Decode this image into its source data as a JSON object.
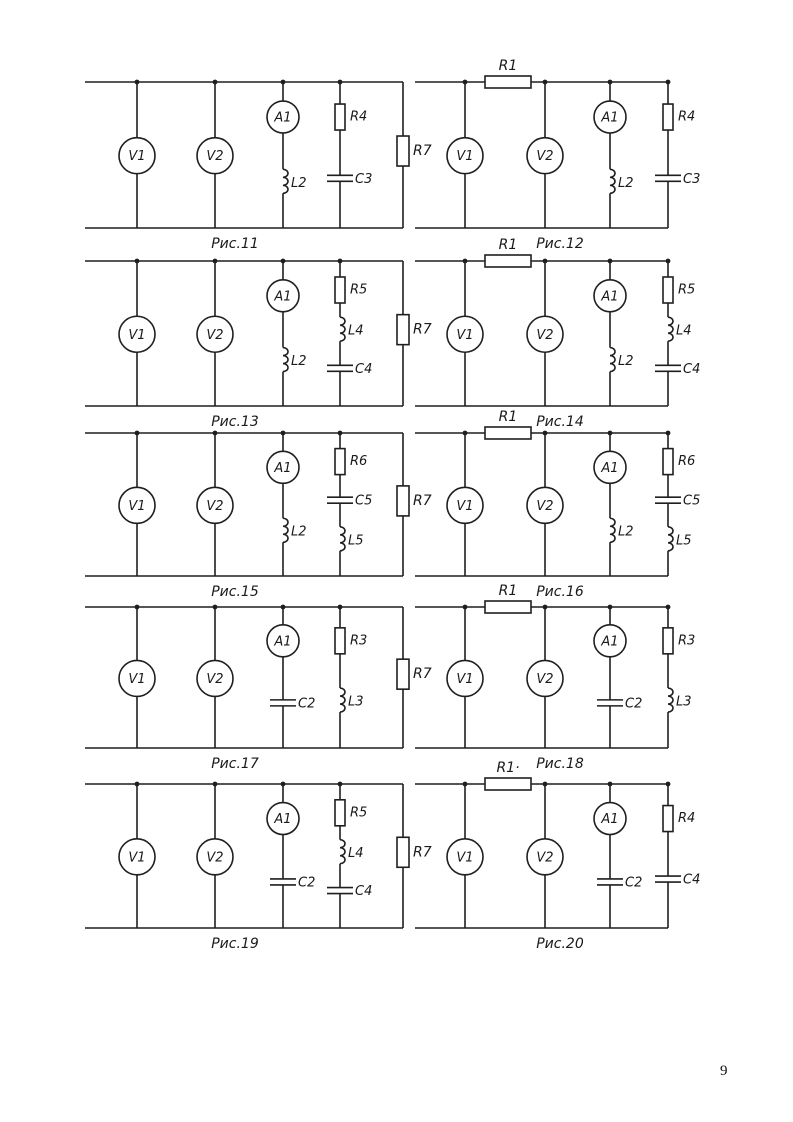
{
  "page_number": "9",
  "figures": [
    {
      "caption": "Рис.11",
      "series_resistor": false,
      "load": "R7",
      "branches": [
        {
          "kind": "meter",
          "label": "V1"
        },
        {
          "kind": "meter",
          "label": "V2"
        },
        {
          "kind": "ammeter",
          "label": "A1",
          "parts": [
            {
              "type": "L",
              "label": "L2"
            }
          ]
        },
        {
          "kind": "chain",
          "parts": [
            {
              "type": "R",
              "label": "R4"
            },
            {
              "type": "C",
              "label": "C3"
            }
          ]
        }
      ]
    },
    {
      "caption": "Рис.12",
      "series_resistor": true,
      "series_label": "R1",
      "load": "",
      "branches": [
        {
          "kind": "meter",
          "label": "V1"
        },
        {
          "kind": "meter",
          "label": "V2"
        },
        {
          "kind": "ammeter",
          "label": "A1",
          "parts": [
            {
              "type": "L",
              "label": "L2"
            }
          ]
        },
        {
          "kind": "chain",
          "parts": [
            {
              "type": "R",
              "label": "R4"
            },
            {
              "type": "C",
              "label": "C3"
            }
          ]
        }
      ]
    },
    {
      "caption": "Рис.13",
      "series_resistor": false,
      "load": "R7",
      "branches": [
        {
          "kind": "meter",
          "label": "V1"
        },
        {
          "kind": "meter",
          "label": "V2"
        },
        {
          "kind": "ammeter",
          "label": "A1",
          "parts": [
            {
              "type": "L",
              "label": "L2"
            }
          ]
        },
        {
          "kind": "chain",
          "parts": [
            {
              "type": "R",
              "label": "R5"
            },
            {
              "type": "L",
              "label": "L4"
            },
            {
              "type": "C",
              "label": "C4"
            }
          ]
        }
      ]
    },
    {
      "caption": "Рис.14",
      "series_resistor": true,
      "series_label": "R1",
      "load": "",
      "branches": [
        {
          "kind": "meter",
          "label": "V1"
        },
        {
          "kind": "meter",
          "label": "V2"
        },
        {
          "kind": "ammeter",
          "label": "A1",
          "parts": [
            {
              "type": "L",
              "label": "L2"
            }
          ]
        },
        {
          "kind": "chain",
          "parts": [
            {
              "type": "R",
              "label": "R5"
            },
            {
              "type": "L",
              "label": "L4"
            },
            {
              "type": "C",
              "label": "C4"
            }
          ]
        }
      ]
    },
    {
      "caption": "Рис.15",
      "series_resistor": false,
      "load": "R7",
      "branches": [
        {
          "kind": "meter",
          "label": "V1"
        },
        {
          "kind": "meter",
          "label": "V2"
        },
        {
          "kind": "ammeter",
          "label": "A1",
          "parts": [
            {
              "type": "L",
              "label": "L2"
            }
          ]
        },
        {
          "kind": "chain",
          "parts": [
            {
              "type": "R",
              "label": "R6"
            },
            {
              "type": "C",
              "label": "C5"
            },
            {
              "type": "L",
              "label": "L5"
            }
          ]
        }
      ]
    },
    {
      "caption": "Рис.16",
      "series_resistor": true,
      "series_label": "R1",
      "load": "",
      "branches": [
        {
          "kind": "meter",
          "label": "V1"
        },
        {
          "kind": "meter",
          "label": "V2"
        },
        {
          "kind": "ammeter",
          "label": "A1",
          "parts": [
            {
              "type": "L",
              "label": "L2"
            }
          ]
        },
        {
          "kind": "chain",
          "parts": [
            {
              "type": "R",
              "label": "R6"
            },
            {
              "type": "C",
              "label": "C5"
            },
            {
              "type": "L",
              "label": "L5"
            }
          ]
        }
      ]
    },
    {
      "caption": "Рис.17",
      "series_resistor": false,
      "load": "R7",
      "branches": [
        {
          "kind": "meter",
          "label": "V1"
        },
        {
          "kind": "meter",
          "label": "V2"
        },
        {
          "kind": "ammeter",
          "label": "A1",
          "parts": [
            {
              "type": "C",
              "label": "C2"
            }
          ]
        },
        {
          "kind": "chain",
          "parts": [
            {
              "type": "R",
              "label": "R3"
            },
            {
              "type": "L",
              "label": "L3"
            }
          ]
        }
      ]
    },
    {
      "caption": "Рис.18",
      "series_resistor": true,
      "series_label": "R1",
      "load": "",
      "branches": [
        {
          "kind": "meter",
          "label": "V1"
        },
        {
          "kind": "meter",
          "label": "V2"
        },
        {
          "kind": "ammeter",
          "label": "A1",
          "parts": [
            {
              "type": "C",
              "label": "C2"
            }
          ]
        },
        {
          "kind": "chain",
          "parts": [
            {
              "type": "R",
              "label": "R3"
            },
            {
              "type": "L",
              "label": "L3"
            }
          ]
        }
      ]
    },
    {
      "caption": "Рис.19",
      "series_resistor": false,
      "load": "R7",
      "branches": [
        {
          "kind": "meter",
          "label": "V1"
        },
        {
          "kind": "meter",
          "label": "V2"
        },
        {
          "kind": "ammeter",
          "label": "A1",
          "parts": [
            {
              "type": "C",
              "label": "C2"
            }
          ]
        },
        {
          "kind": "chain",
          "parts": [
            {
              "type": "R",
              "label": "R5"
            },
            {
              "type": "L",
              "label": "L4"
            },
            {
              "type": "C",
              "label": "C4"
            }
          ]
        }
      ]
    },
    {
      "caption": "Рис.20",
      "series_resistor": true,
      "series_label": "R1·",
      "load": "",
      "branches": [
        {
          "kind": "meter",
          "label": "V1"
        },
        {
          "kind": "meter",
          "label": "V2"
        },
        {
          "kind": "ammeter",
          "label": "A1",
          "parts": [
            {
              "type": "C",
              "label": "C2"
            }
          ]
        },
        {
          "kind": "chain",
          "parts": [
            {
              "type": "R",
              "label": "R4"
            },
            {
              "type": "C",
              "label": "C4"
            }
          ]
        }
      ]
    }
  ]
}
